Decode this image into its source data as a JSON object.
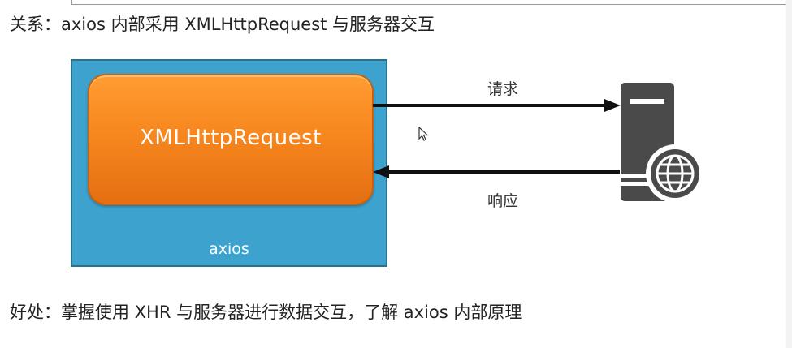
{
  "text": {
    "relation": "关系：axios 内部采用 XMLHttpRequest 与服务器交互",
    "benefit": "好处：掌握使用 XHR 与服务器进行数据交互，了解 axios 内部原理"
  },
  "diagram": {
    "outer_box_label": "axios",
    "inner_box_label": "XMLHttpRequest",
    "request_label": "请求",
    "response_label": "响应"
  },
  "colors": {
    "axios_box": "#3ea2cf",
    "xhr_box_top": "#ff9d32",
    "xhr_box_bottom": "#e56f12",
    "server": "#4a4a4a",
    "arrow": "#111111"
  },
  "icons": [
    "server-icon",
    "globe-icon",
    "mouse-cursor-icon"
  ]
}
